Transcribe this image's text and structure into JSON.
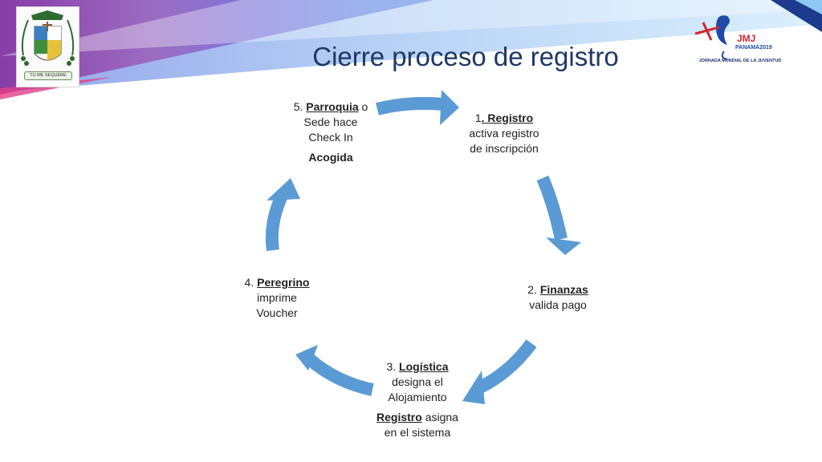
{
  "title": "Cierre proceso de registro",
  "logos": {
    "left_motto": "TU ME SEQUERE",
    "right_main": "JMJ",
    "right_sub1": "PANAMÁ2019",
    "right_sub2": "JORNADA MUNDIAL DE LA JUVENTUD"
  },
  "steps": [
    {
      "pre": "1",
      "key": ". Registro",
      "l1": "activa registro",
      "l2": "de inscripción"
    },
    {
      "pre": "2. ",
      "key": "Finanzas",
      "l1": "valida pago"
    },
    {
      "pre": "3. ",
      "key": "Logística",
      "l1": "designa el",
      "l2": "Alojamiento",
      "extra_key": "Registro",
      "extra_rest": " asigna",
      "extra_l2": "en el sistema"
    },
    {
      "pre": "4. ",
      "key": "Peregrino",
      "l1": "imprime",
      "l2": "Voucher"
    },
    {
      "pre": "5. ",
      "key": "Parroquia",
      "post": " o",
      "l1": "Sede hace",
      "l2": "Check In",
      "extra_bold": "Acogida"
    }
  ],
  "colors": {
    "arrow": "#5b9bd5",
    "title": "#1f3864"
  }
}
